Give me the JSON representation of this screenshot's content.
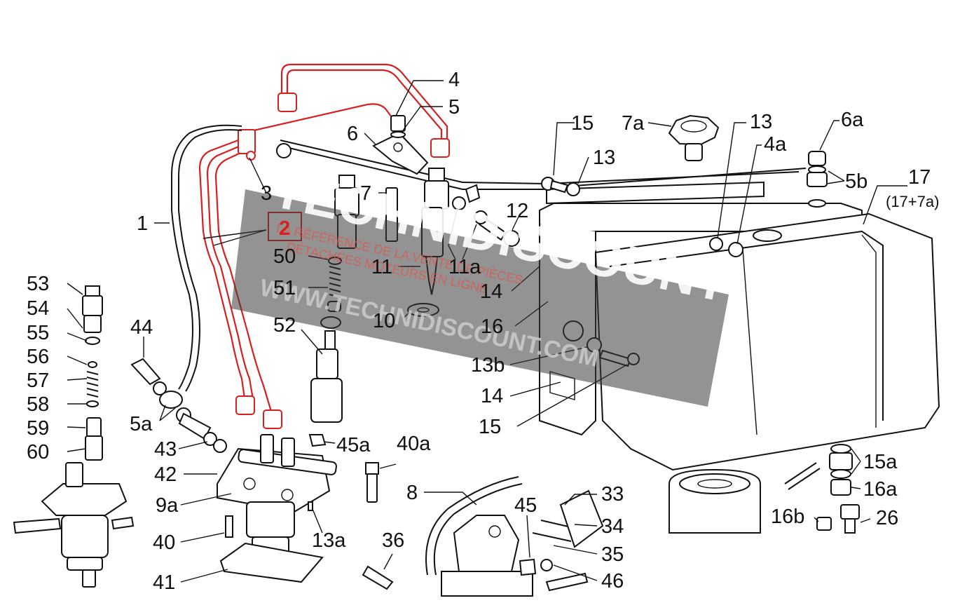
{
  "diagram": {
    "labels": {
      "l1": "1",
      "l2": "2",
      "l3": "3",
      "l4": "4",
      "l5": "5",
      "l6": "6",
      "l7": "7",
      "l7a": "7a",
      "l8": "8",
      "l9a": "9a",
      "l10": "10",
      "l11": "11",
      "l11a": "11a",
      "l12": "12",
      "l13_top": "13",
      "l13_mid": "13",
      "l13a": "13a",
      "l13b": "13b",
      "l14_top": "14",
      "l14_bot": "14",
      "l15_top": "15",
      "l15_bot": "15",
      "l15a": "15a",
      "l16": "16",
      "l16a": "16a",
      "l16b": "16b",
      "l17": "17",
      "l17_sub": "(17+7a)",
      "l26": "26",
      "l33": "33",
      "l34": "34",
      "l35": "35",
      "l36": "36",
      "l40": "40",
      "l40a": "40a",
      "l41": "41",
      "l42": "42",
      "l43": "43",
      "l44": "44",
      "l45": "45",
      "l45a": "45a",
      "l46": "46",
      "l4a": "4a",
      "l5a": "5a",
      "l5b": "5b",
      "l6a": "6a",
      "l50": "50",
      "l51": "51",
      "l52": "52",
      "l53": "53",
      "l54": "54",
      "l55": "55",
      "l56": "56",
      "l57": "57",
      "l58": "58",
      "l59": "59",
      "l60": "60"
    },
    "highlight": {
      "part_number": "2",
      "color": "#d61f1f"
    },
    "watermark": {
      "brand": "TECHNIDISCOUNT",
      "tagline_1": "LA RÉFÉRENCE DE LA VENTE DE PIÈCES",
      "tagline_2": "DÉTACHÉES MOTEURS EN LIGNE",
      "url": "WWW.TECHNIDISCOUNT.COM",
      "accent_color": "#e0554f"
    }
  }
}
